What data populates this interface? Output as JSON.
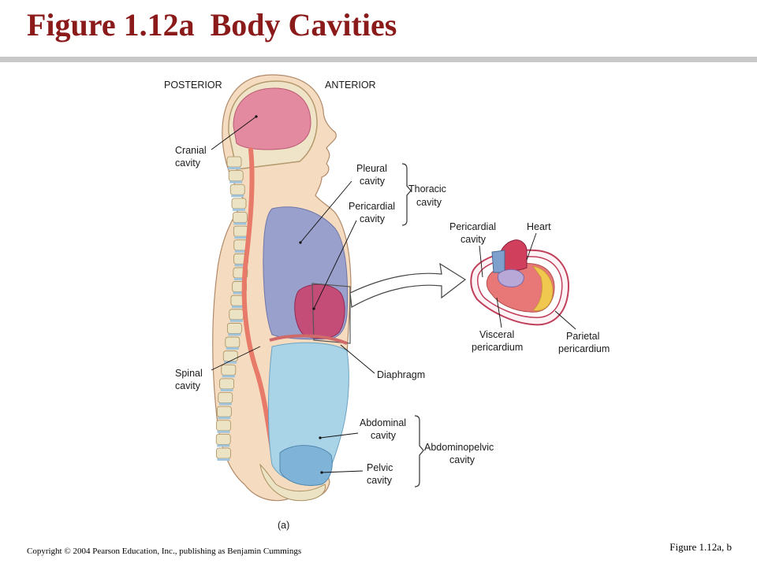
{
  "title": "Figure 1.12a  Body Cavities",
  "orientation": {
    "posterior": "POSTERIOR",
    "anterior": "ANTERIOR"
  },
  "labels": {
    "cranial": [
      "Cranial",
      "cavity"
    ],
    "pleural": [
      "Pleural",
      "cavity"
    ],
    "thoracic": [
      "Thoracic",
      "cavity"
    ],
    "pericardial": [
      "Pericardial",
      "cavity"
    ],
    "spinal": [
      "Spinal",
      "cavity"
    ],
    "diaphragm": "Diaphragm",
    "abdominal": [
      "Abdominal",
      "cavity"
    ],
    "abdominopelvic": [
      "Abdominopelvic",
      "cavity"
    ],
    "pelvic": [
      "Pelvic",
      "cavity"
    ],
    "panel": "(a)"
  },
  "inset": {
    "pericardial": [
      "Pericardial",
      "cavity"
    ],
    "heart": "Heart",
    "visceral": [
      "Visceral",
      "pericardium"
    ],
    "parietal": [
      "Parietal",
      "pericardium"
    ]
  },
  "colors": {
    "title": "#8b1a1a",
    "skin": "#f5dcc0",
    "cranial": "#e48aa0",
    "thoracic": "#9aa0cc",
    "pericardial": "#c44d78",
    "abdominal": "#a9d4e8",
    "pelvic": "#7fb4d8",
    "spine": "#e87a6a"
  },
  "footer": {
    "copyright": "Copyright © 2004 Pearson Education, Inc., publishing as Benjamin Cummings",
    "figure_ref": "Figure 1.12a, b"
  }
}
